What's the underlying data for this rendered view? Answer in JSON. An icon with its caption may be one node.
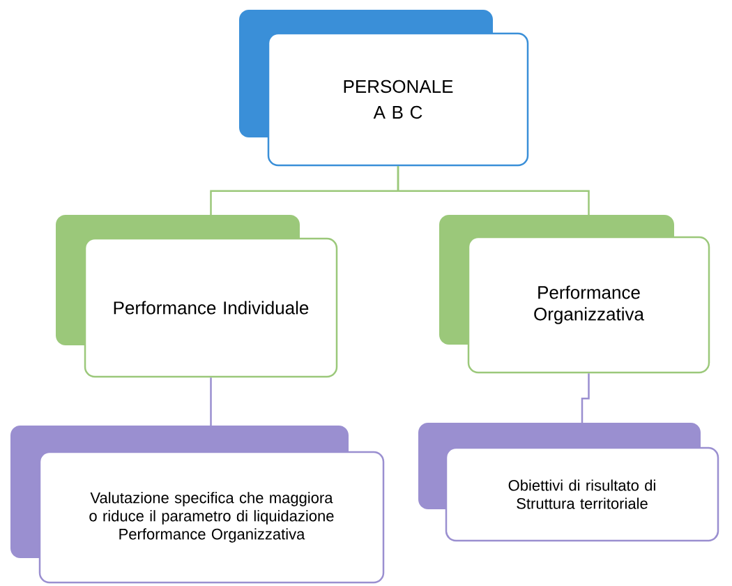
{
  "diagram": {
    "nodes": [
      {
        "text": [
          "PERSONALE",
          "A B C"
        ]
      },
      {
        "text": [
          "Performance Individuale"
        ]
      },
      {
        "text": [
          "Performance Organizzativa"
        ]
      },
      {
        "text": [
          "Valutazione specifica che maggiora o riduce il parametro di liquidazione Performance Organizzativa"
        ]
      },
      {
        "text": [
          "Obiettivi di risultato di Struttura territoriale"
        ]
      }
    ],
    "edges": [
      {
        "from": 0,
        "to": 1,
        "arrow": "none",
        "color": "#9bc87a"
      },
      {
        "from": 0,
        "to": 2,
        "arrow": "none",
        "color": "#9bc87a"
      },
      {
        "from": 1,
        "to": 3,
        "arrow": "none",
        "color": "#9a8fd0"
      },
      {
        "from": 2,
        "to": 4,
        "arrow": "none",
        "color": "#9a8fd0"
      }
    ]
  }
}
